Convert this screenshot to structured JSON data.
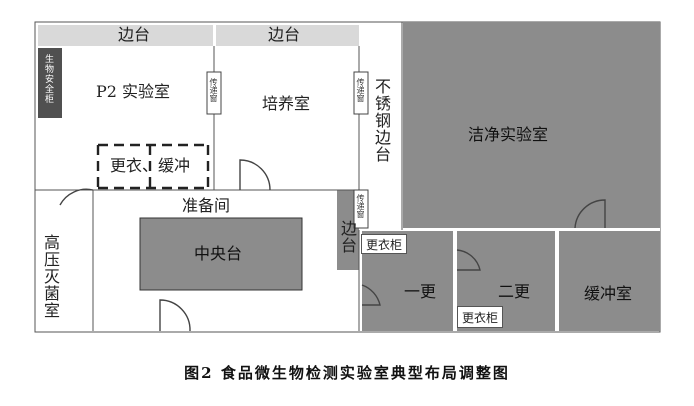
{
  "labels": {
    "bianta_top_left": "边台",
    "bianta_top_right": "边台",
    "bio_cabinet": "生物安全柜",
    "p2_lab": "P2 实验室",
    "culture_room": "培养室",
    "pass_window_1": "传递窗",
    "pass_window_2": "传递窗",
    "pass_window_3": "传递窗",
    "stainless_bench": "不锈钢边台",
    "clean_lab": "洁净实验室",
    "change_buffer": "更衣、缓冲",
    "prep_room": "准备间",
    "central_bench": "中央台",
    "autoclave_room": "高压灭菌室",
    "side_bench": "边台",
    "locker_1": "更衣柜",
    "locker_2": "更衣柜",
    "change_1": "一更",
    "change_2": "二更",
    "buffer_room": "缓冲室"
  },
  "caption": "图2 食品微生物检测实验室典型布局调整图",
  "colors": {
    "gray_fill": "#8c8c8c",
    "dark_cabinet": "#505050",
    "light_fill": "#d9d9d9",
    "wall": "#ffffff",
    "line": "#333333"
  }
}
